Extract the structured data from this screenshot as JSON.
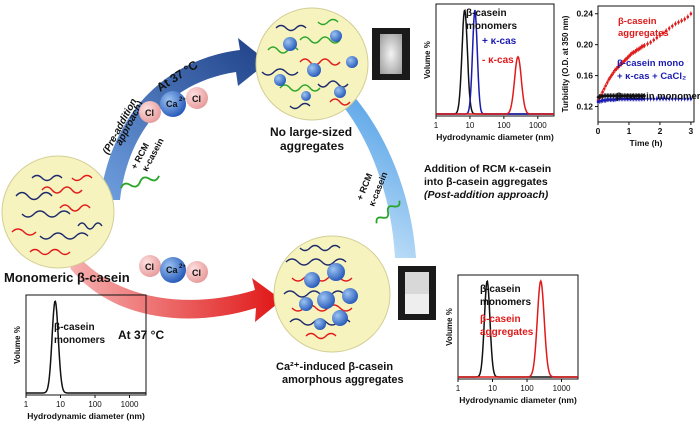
{
  "colors": {
    "sphere_fill": "#f7f3bf",
    "sphere_stroke": "#c8c48a",
    "navy": "#1c2a6b",
    "red": "#e01a1a",
    "green": "#2aa52a",
    "blue_ball": "#2f6ed0",
    "ca_ball": "#3a78c8",
    "cl_ball": "#f2b0b0",
    "arrow_blue_dark": "#1e3f86",
    "arrow_blue_light": "#5aa8e8",
    "arrow_red": "#e02020",
    "black": "#111111",
    "series_blue": "#1b1bb0",
    "series_red": "#e01a1a"
  },
  "labels": {
    "monomeric": "Monomeric β-casein",
    "at37_top": "At 37 °C",
    "at37_bottom": "At 37 °C",
    "pre_addition_1": "(Pre-addition",
    "pre_addition_2": "approach)",
    "rcm_top_1": "+ RCM",
    "rcm_top_2": "κ-casein",
    "rcm_mid_1": "+ RCM",
    "rcm_mid_2": "κ-casein",
    "no_large_1": "No large-sized",
    "no_large_2": "aggregates",
    "ca_induced_1": "Ca²⁺-induced β-casein",
    "ca_induced_2": "amorphous aggregates",
    "post_1": "Addition of RCM κ-casein",
    "post_2": "into β-casein aggregates",
    "post_3": "(Post-addition approach)",
    "ion_ca": "Ca",
    "ion_ca_sup": "2+",
    "ion_cl": "Cl",
    "ion_cl_sup": "-"
  },
  "chart_data": [
    {
      "type": "line",
      "id": "dls-monomers",
      "xlabel": "Hydrodynamic diameter (nm)",
      "ylabel": "Volume %",
      "xscale": "log",
      "xticks": [
        "1",
        "10",
        "100",
        "1000"
      ],
      "series": [
        {
          "name": "β-casein monomers",
          "color": "black",
          "peak": 7,
          "width": 0.09
        }
      ],
      "annotations": [
        "β-casein",
        "monomers"
      ]
    },
    {
      "type": "line",
      "id": "dls-aggregates",
      "xlabel": "Hydrodynamic diameter (nm)",
      "ylabel": "Volume %",
      "xscale": "log",
      "xticks": [
        "1",
        "10",
        "100",
        "1000"
      ],
      "series": [
        {
          "name": "β-casein monomers",
          "color": "black",
          "peak": 7,
          "width": 0.08
        },
        {
          "name": "β-casein aggregates",
          "color": "red",
          "peak": 250,
          "width": 0.1
        }
      ],
      "annotations": [
        "β-casein",
        "monomers",
        "β-casein",
        "aggregates"
      ]
    },
    {
      "type": "line",
      "id": "dls-kcas",
      "xlabel": "Hydrodynamic diameter (nm)",
      "ylabel": "Volume %",
      "xscale": "log",
      "xticks": [
        "1",
        "10",
        "100",
        "1000"
      ],
      "series": [
        {
          "name": "β-casein monomers",
          "color": "black",
          "peak": 7,
          "width": 0.08
        },
        {
          "name": "+ κ-cas",
          "color": "blue",
          "peak": 14,
          "width": 0.07
        },
        {
          "name": "- κ-cas",
          "color": "red",
          "peak": 260,
          "width": 0.1,
          "scale": 0.55
        }
      ],
      "annotations": [
        "β-casein",
        "monomers",
        "+ κ-cas",
        "- κ-cas"
      ]
    },
    {
      "type": "scatter",
      "id": "turbidity",
      "xlabel": "Time (h)",
      "ylabel": "Turbidity (O.D. at 350 nm)",
      "xlim": [
        0,
        3.1
      ],
      "ylim": [
        0.1,
        0.25
      ],
      "xticks": [
        "0",
        "1",
        "2",
        "3"
      ],
      "yticks": [
        "0.12",
        "0.16",
        "0.20",
        "0.24"
      ],
      "xtick_values": [
        0,
        1,
        2,
        3
      ],
      "ytick_values": [
        0.12,
        0.16,
        0.2,
        0.24
      ],
      "series": [
        {
          "name": "β-casein aggregates",
          "color": "red",
          "x": [
            0,
            0.05,
            0.1,
            0.15,
            0.2,
            0.25,
            0.3,
            0.35,
            0.4,
            0.45,
            0.5,
            0.55,
            0.6,
            0.65,
            0.7,
            0.75,
            0.8,
            0.85,
            0.9,
            0.95,
            1.0,
            1.05,
            1.1,
            1.15,
            1.2,
            1.25,
            1.3,
            1.35,
            1.4,
            1.45,
            1.5,
            1.6,
            1.7,
            1.8,
            1.9,
            2.0,
            2.1,
            2.2,
            2.3,
            2.4,
            2.5,
            2.6,
            2.7,
            2.8,
            2.9,
            3.0
          ],
          "y": [
            0.128,
            0.131,
            0.135,
            0.139,
            0.143,
            0.147,
            0.151,
            0.155,
            0.158,
            0.161,
            0.164,
            0.167,
            0.169,
            0.171,
            0.173,
            0.175,
            0.177,
            0.179,
            0.181,
            0.183,
            0.185,
            0.187,
            0.189,
            0.19,
            0.191,
            0.193,
            0.194,
            0.195,
            0.197,
            0.198,
            0.199,
            0.201,
            0.203,
            0.206,
            0.209,
            0.212,
            0.215,
            0.218,
            0.221,
            0.224,
            0.227,
            0.229,
            0.231,
            0.233,
            0.236,
            0.24
          ]
        },
        {
          "name": "β-casein mono + κ-cas + CaCl₂",
          "color": "blue",
          "x": [
            0,
            0.05,
            0.1,
            0.15,
            0.2,
            0.25,
            0.3,
            0.35,
            0.4,
            0.45,
            0.5,
            0.55,
            0.6,
            0.65,
            0.7,
            0.75,
            0.8,
            0.85,
            0.9,
            0.95,
            1.0,
            1.05,
            1.1,
            1.15,
            1.2,
            1.25,
            1.3,
            1.35,
            1.4,
            1.45,
            1.5,
            1.6,
            1.7,
            1.8,
            1.9,
            2.0,
            2.1,
            2.2,
            2.3,
            2.4,
            2.5,
            2.6,
            2.7,
            2.8,
            2.9,
            3.0
          ],
          "y": [
            0.126,
            0.127,
            0.127,
            0.128,
            0.128,
            0.128,
            0.129,
            0.129,
            0.129,
            0.129,
            0.129,
            0.129,
            0.13,
            0.13,
            0.13,
            0.13,
            0.13,
            0.13,
            0.13,
            0.13,
            0.13,
            0.13,
            0.13,
            0.13,
            0.13,
            0.13,
            0.13,
            0.13,
            0.13,
            0.13,
            0.13,
            0.13,
            0.13,
            0.13,
            0.13,
            0.13,
            0.13,
            0.13,
            0.13,
            0.13,
            0.13,
            0.13,
            0.13,
            0.13,
            0.13,
            0.13
          ]
        },
        {
          "name": "β-casein monomers",
          "color": "black",
          "x": [
            0,
            0.05,
            0.1,
            0.15,
            0.2,
            0.25,
            0.3,
            0.35,
            0.4,
            0.45,
            0.5,
            0.55,
            0.6,
            0.65,
            0.7,
            0.75,
            0.8,
            0.85,
            0.9,
            0.95,
            1.0,
            1.05,
            1.1,
            1.15,
            1.2,
            1.25,
            1.3,
            1.35,
            1.4,
            1.45,
            1.5
          ],
          "y": [
            0.132,
            0.133,
            0.133,
            0.133,
            0.134,
            0.134,
            0.134,
            0.134,
            0.134,
            0.134,
            0.134,
            0.134,
            0.134,
            0.134,
            0.134,
            0.134,
            0.134,
            0.134,
            0.134,
            0.134,
            0.134,
            0.134,
            0.134,
            0.134,
            0.134,
            0.134,
            0.134,
            0.134,
            0.134,
            0.134,
            0.134
          ]
        }
      ],
      "annotations": [
        "β-casein",
        "aggregates",
        "β-casein mono",
        "+ κ-cas + CaCl₂",
        "β-casein monomers"
      ]
    }
  ]
}
